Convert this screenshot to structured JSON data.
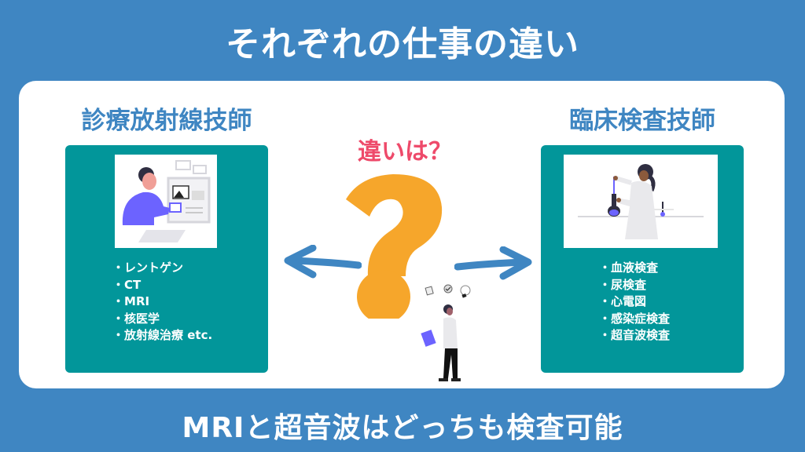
{
  "header": {
    "title": "それぞれの仕事の違い"
  },
  "center": {
    "question_label": "違いは？",
    "question_icon": "question-mark-icon",
    "left_arrow_icon": "arrow-left-icon",
    "right_arrow_icon": "arrow-right-icon",
    "person_icon": "thinking-person-illustration"
  },
  "left_role": {
    "title": "診療放射線技師",
    "illustration": "person-viewing-images-illustration",
    "items": [
      "レントゲン",
      "CT",
      "MRI",
      "核医学",
      "放射線治療 etc."
    ]
  },
  "right_role": {
    "title": "臨床検査技師",
    "illustration": "lab-technician-illustration",
    "items": [
      "血液検査",
      "尿検査",
      "心電図",
      "感染症検査",
      "超音波検査"
    ]
  },
  "footer": {
    "text": "MRIと超音波はどっちも検査可能"
  },
  "colors": {
    "background": "#3f86c2",
    "panel": "#ffffff",
    "card": "#02969a",
    "role_title": "#3f86c2",
    "question_label": "#ee4a6a",
    "question_mark": "#f6a62b",
    "arrow": "#3f86c2"
  }
}
